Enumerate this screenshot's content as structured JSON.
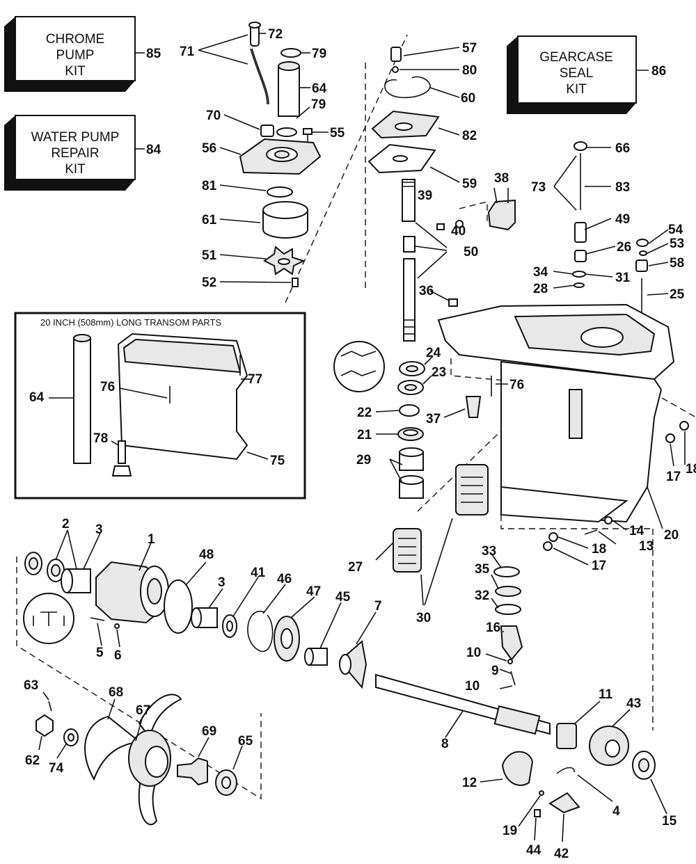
{
  "kits": {
    "chrome_pump": {
      "lines": [
        "CHROME",
        "PUMP",
        "KIT"
      ],
      "ref": "85"
    },
    "water_pump": {
      "lines": [
        "WATER PUMP",
        "REPAIR",
        "KIT"
      ],
      "ref": "84"
    },
    "gearcase_seal": {
      "lines": [
        "GEARCASE",
        "SEAL",
        "KIT"
      ],
      "ref": "86"
    }
  },
  "inset": {
    "title": "20 INCH (508mm) LONG TRANSOM PARTS",
    "callouts": [
      "64",
      "76",
      "77",
      "78",
      "75"
    ]
  },
  "callouts": {
    "water_pump_group": [
      "72",
      "71",
      "79",
      "64",
      "79",
      "70",
      "55",
      "56",
      "81",
      "61",
      "51",
      "52"
    ],
    "driveshaft_group": [
      "57",
      "80",
      "60",
      "82",
      "59",
      "39",
      "40",
      "50",
      "36",
      "24",
      "23",
      "22",
      "21",
      "29",
      "37",
      "27",
      "30"
    ],
    "shift_rod_group": [
      "38",
      "66",
      "73",
      "83",
      "49",
      "54",
      "26",
      "53",
      "58",
      "34",
      "31",
      "28",
      "25",
      "76",
      "17",
      "18",
      "14",
      "13",
      "18",
      "17",
      "20"
    ],
    "bearing_housing_group": [
      "2",
      "3",
      "1",
      "48",
      "3",
      "41",
      "46",
      "47",
      "45",
      "7",
      "5",
      "6"
    ],
    "pinion_group": [
      "33",
      "35",
      "32",
      "16",
      "10",
      "9",
      "10"
    ],
    "propeller_group": [
      "63",
      "68",
      "67",
      "69",
      "65",
      "62",
      "74"
    ],
    "propshaft_group": [
      "8",
      "11",
      "43",
      "12",
      "4",
      "15",
      "19",
      "44",
      "42"
    ]
  }
}
